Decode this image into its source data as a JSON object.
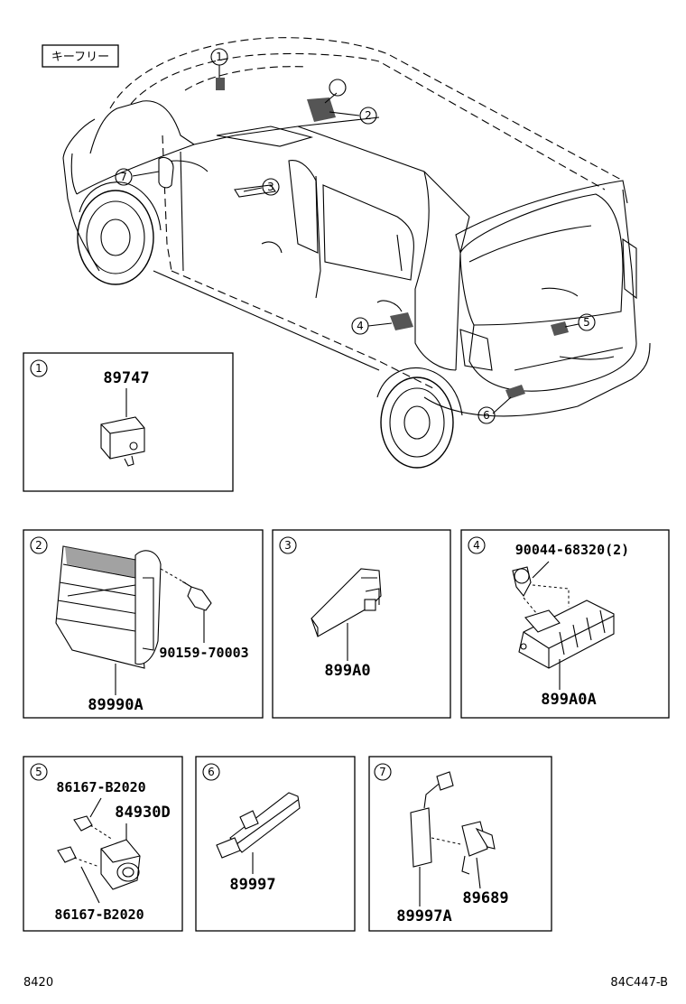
{
  "header_tag": "キーフリー",
  "footer": {
    "left": "8420",
    "right": "84C447-B"
  },
  "callouts": [
    "1",
    "2",
    "3",
    "4",
    "5",
    "6",
    "7"
  ],
  "panels": {
    "p1": {
      "index": "1",
      "parts": [
        "89747"
      ]
    },
    "p2": {
      "index": "2",
      "parts": [
        "90159-70003",
        "89990A"
      ]
    },
    "p3": {
      "index": "3",
      "parts": [
        "899A0"
      ]
    },
    "p4": {
      "index": "4",
      "parts": [
        "90044-68320(2)",
        "899A0A"
      ]
    },
    "p5": {
      "index": "5",
      "parts": [
        "86167-B2020",
        "84930D",
        "86167-B2020"
      ]
    },
    "p6": {
      "index": "6",
      "parts": [
        "89997"
      ]
    },
    "p7": {
      "index": "7",
      "parts": [
        "89997A",
        "89689"
      ]
    }
  }
}
